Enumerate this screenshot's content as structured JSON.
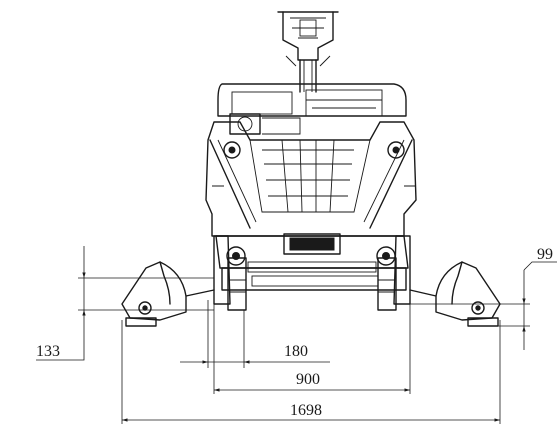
{
  "dimensions": {
    "d_99": "99",
    "d_133": "133",
    "d_180": "180",
    "d_900": "900",
    "d_1698": "1698"
  }
}
